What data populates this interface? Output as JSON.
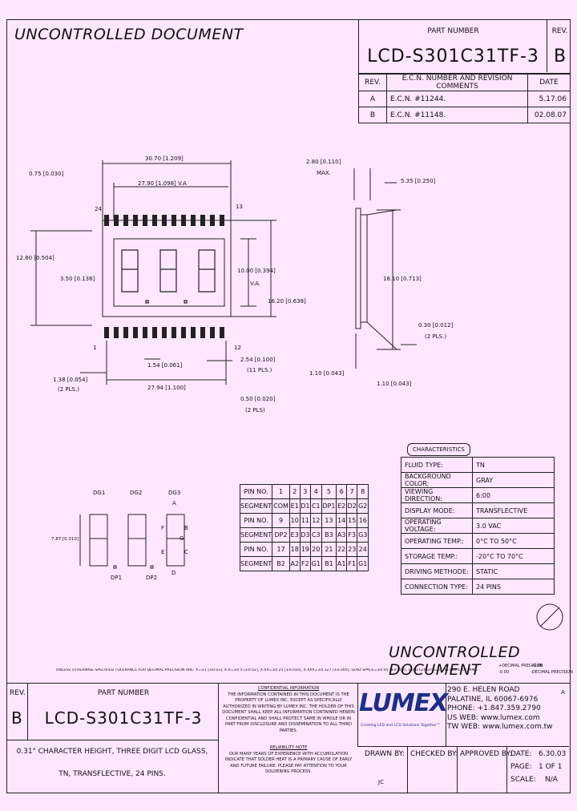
{
  "header": {
    "uncontrolled": "UNCONTROLLED DOCUMENT",
    "part_number_label": "PART NUMBER",
    "part_number": "LCD-S301C31TF-3",
    "rev_label": "REV.",
    "rev": "B"
  },
  "revisions": {
    "headers": [
      "REV.",
      "E.C.N. NUMBER AND REVISION COMMENTS",
      "DATE"
    ],
    "rows": [
      {
        "rev": "A",
        "comment": "E.C.N. #11244.",
        "date": "5.17.06"
      },
      {
        "rev": "B",
        "comment": "E.C.N. #11148.",
        "date": "02.08.07"
      }
    ]
  },
  "front_view": {
    "dim_overall_width": "30.70 [1.209]",
    "dim_va_width": "27.90 [1.098] V.A",
    "dim_left_offset": "0.75 [0.030]",
    "dim_height": "12.80 [0.504]",
    "dim_pin_area": "3.50 [0.138]",
    "dim_va_height": "10.00 [0.394]",
    "dim_va_height_label": "V.A.",
    "dim_glass_height": "16.20 [0.638]",
    "dim_pitch": "1.54 [0.061]",
    "dim_pin_span": "27.94 [1.100]",
    "dim_pin_spacing": "2.54 [0.100]",
    "dim_pin_spacing_note": "(11 PLS.)",
    "dim_pin_end": "1.38 [0.054]",
    "dim_pin_end_note": "(2 PLS.)",
    "dim_pin_width": "0.50 [0.020]",
    "dim_pin_width_note": "(2 PLS)",
    "pin_top_left": "24",
    "pin_top_right": "13",
    "pin_bottom_left": "1",
    "pin_bottom_right": "12"
  },
  "side_view": {
    "dim_max": "2.80 [0.110]",
    "dim_max_label": "MAX.",
    "dim_glass": "5.35 [0.250]",
    "dim_total_height": "18.10 [0.713]",
    "dim_pin_thick": "0.30 [0.012]",
    "dim_pin_thick_note": "(2 PLS.)",
    "dim_left_pin": "1.10 [0.043]",
    "dim_right_pin": "1.10 [0.043]"
  },
  "digit_diagram": {
    "labels": [
      "DG1",
      "DG2",
      "DG3"
    ],
    "seg_labels": [
      "A",
      "F",
      "B",
      "G",
      "E",
      "C",
      "D"
    ],
    "dp_labels": [
      "DP1",
      "DP2"
    ],
    "height_note": "7.87 [0.310]"
  },
  "pin_table": {
    "rows": [
      {
        "label": "PIN NO.",
        "cells": [
          "1",
          "2",
          "3",
          "4",
          "5",
          "6",
          "7",
          "8"
        ]
      },
      {
        "label": "SEGMENT",
        "cells": [
          "COM",
          "E1",
          "D1",
          "C1",
          "DP1",
          "E2",
          "D2",
          "G2"
        ]
      },
      {
        "label": "PIN NO.",
        "cells": [
          "9",
          "10",
          "11",
          "12",
          "13",
          "14",
          "15",
          "16"
        ]
      },
      {
        "label": "SEGMENT",
        "cells": [
          "DP2",
          "E3",
          "D3",
          "C3",
          "B3",
          "A3",
          "F3",
          "G3"
        ]
      },
      {
        "label": "PIN NO.",
        "cells": [
          "17",
          "18",
          "19",
          "20",
          "21",
          "22",
          "23",
          "24"
        ]
      },
      {
        "label": "SEGMENT",
        "cells": [
          "B2",
          "A2",
          "F2",
          "G1",
          "B1",
          "A1",
          "F1",
          "G1"
        ]
      }
    ]
  },
  "characteristics": {
    "title": "CHARACTERISTICS",
    "rows": [
      {
        "k": "FLUID TYPE:",
        "v": "TN"
      },
      {
        "k": "BACKGROUND COLOR:",
        "v": "GRAY"
      },
      {
        "k": "VIEWING DIRECTION:",
        "v": "6:00"
      },
      {
        "k": "DISPLAY MODE:",
        "v": "TRANSFLECTIVE"
      },
      {
        "k": "OPERATING VOLTAGE:",
        "v": "3.0 VAC"
      },
      {
        "k": "OPERATING TEMP.:",
        "v": "0°C TO 50°C"
      },
      {
        "k": "STORAGE TEMP.:",
        "v": "-20°C TO 70°C"
      },
      {
        "k": "DRIVING METHODE:",
        "v": "STATIC"
      },
      {
        "k": "CONNECTION TYPE:",
        "v": "24 PINS"
      }
    ]
  },
  "footer": {
    "uncontrolled": "UNCONTROLLED DOCUMENT",
    "tolerance_note": "UNLESS OTHERWISE SPECIFIED TOLERANCE FOR DECIMAL PRECISION ARE: X=±1 [±0.03], X.X=±0.5 [±0.02], X.XX=±0.25 [±0.010], X.XXX=±0.127 [±0.005]; LEAD SPACE=±0.05 [±0.002], LEAD LENGTH=±1.75 [±0.130], MM=",
    "precision_1": "+DECIMAL PRECISION",
    "precision_2": "-0.00",
    "precision_3": "+0.00",
    "precision_4": "-DECIMAL PRECISION",
    "rev_label": "REV.",
    "rev": "B",
    "part_label": "PART NUMBER",
    "part": "LCD-S301C31TF-3",
    "description_1": "0.31\" CHARACTER HEIGHT, THREE DIGIT LCD GLASS,",
    "description_2": "TN, TRANSFLECTIVE, 24 PINS.",
    "confidential_title": "CONFIDENTIAL INFORMATION",
    "confidential_text": "THE INFORMATION CONTAINED IN THIS DOCUMENT IS THE PROPERTY OF LUMEX INC. EXCEPT AS SPECIFICALLY AUTHORIZED IN WRITING BY LUMEX INC. THE HOLDER OF THIS DOCUMENT SHALL KEEP ALL INFORMATION CONTAINED HEREIN CONFIDENTIAL AND SHALL PROTECT SAME IN WHOLE OR IN PART FROM DISCLOSURE AND DISSEMINATION TO ALL THIRD PARTIES.",
    "reliability_title": "RELIABILITY NOTE",
    "reliability_text": "OUR MANY YEARS OF EXPERIENCE WITH ACCUMULATION INDICATE THAT SOLDER HEAT IS A PRIMARY CAUSE OF EARLY AND FUTURE FAILURE. PLEASE PAY ATTENTION TO YOUR SOLDERING PROCESS.",
    "logo": "LUMEX",
    "logo_tag": "Creating LED and LCD Solutions Together™",
    "address_1": "290 E. HELEN ROAD",
    "address_2": "PALATINE, IL  60067-6976",
    "phone": "PHONE: +1.847.359.2790",
    "web_us": "US WEB: www.lumex.com",
    "web_tw": "TW WEB: www.lumex.com.tw",
    "drawn_label": "DRAWN BY:",
    "drawn": "JC",
    "checked_label": "CHECKED BY:",
    "approved_label": "APPROVED BY:",
    "date_label": "DATE:",
    "date": "6.30.03",
    "page_label": "PAGE:",
    "page": "1 OF 1",
    "scale_label": "SCALE:",
    "scale": "N/A",
    "corner_mark": "A"
  }
}
